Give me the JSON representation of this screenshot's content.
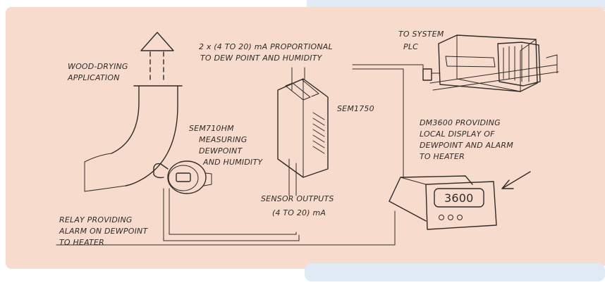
{
  "colors": {
    "sketch_background": "#f7dccd",
    "panel_blue": "#dfeaf4",
    "ink": "#2f2a28"
  },
  "labels": {
    "application": [
      "WOOD-DRYING",
      "APPLICATION"
    ],
    "proportional": [
      "2 x (4 TO 20) mA PROPORTIONAL",
      "TO DEW POINT AND HUMIDITY"
    ],
    "system_plc": [
      "TO SYSTEM",
      "PLC"
    ],
    "sem1750": "SEM1750",
    "sem710hm": [
      "SEM710HM",
      "MEASURING",
      "DEWPOINT",
      "AND HUMIDITY"
    ],
    "dm3600": [
      "DM3600 PROVIDING",
      "LOCAL DISPLAY OF",
      "DEWPOINT AND ALARM",
      "TO HEATER"
    ],
    "sensor_outputs": [
      "SENSOR OUTPUTS",
      "(4 TO 20) mA"
    ],
    "relay": [
      "RELAY PROVIDING",
      "ALARM ON DEWPOINT",
      "TO HEATER"
    ],
    "display_reading": "3600"
  },
  "icons": [
    "exhaust-arrow-icon",
    "sensor-probe-icon",
    "plc-rack-icon",
    "din-rail-module-icon",
    "panel-display-icon"
  ]
}
